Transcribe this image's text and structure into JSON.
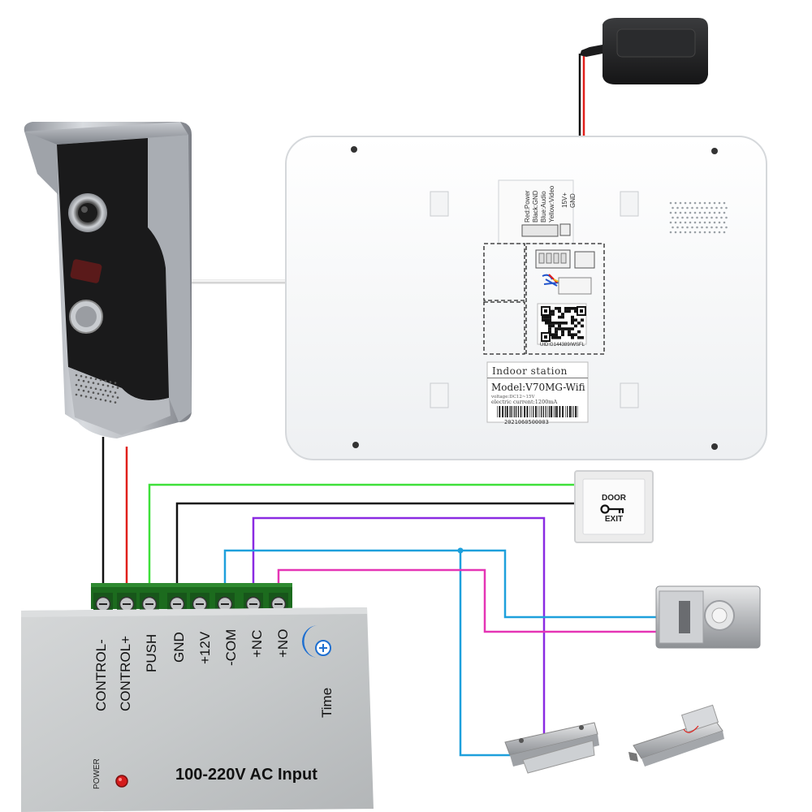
{
  "indoor_station": {
    "label_title": "Indoor station",
    "model": "Model:V70MG-Wifi",
    "voltage": "voltage:DC12~15V",
    "current": "electric current:1200mA",
    "barcode_number": "2021060500003",
    "qr_uid": "UID:G144389/WSFL",
    "port_labels": [
      "Red:Power",
      "Black:GND",
      "Blue:Audio",
      "Yellow:Video"
    ],
    "power_port_labels": [
      "15V+",
      "GND"
    ]
  },
  "exit_button": {
    "line1": "DOOR",
    "line2": "EXIT"
  },
  "power_supply": {
    "terminals": [
      "CONTROL-",
      "CONTROL+",
      "PUSH",
      "GND",
      "+12V",
      "-COM",
      "+NC",
      "+NO"
    ],
    "time_label": "Time",
    "power_label": "POWER",
    "input_label": "100-220V AC Input"
  },
  "colors": {
    "wire_black": "#111111",
    "wire_red": "#e0201b",
    "wire_green": "#3fe03a",
    "wire_purple": "#8a2be2",
    "wire_blue": "#1ea0dc",
    "wire_magenta": "#e535b5",
    "wire_white": "#e8e8e8",
    "accent_blue": "#1e6fd0"
  }
}
